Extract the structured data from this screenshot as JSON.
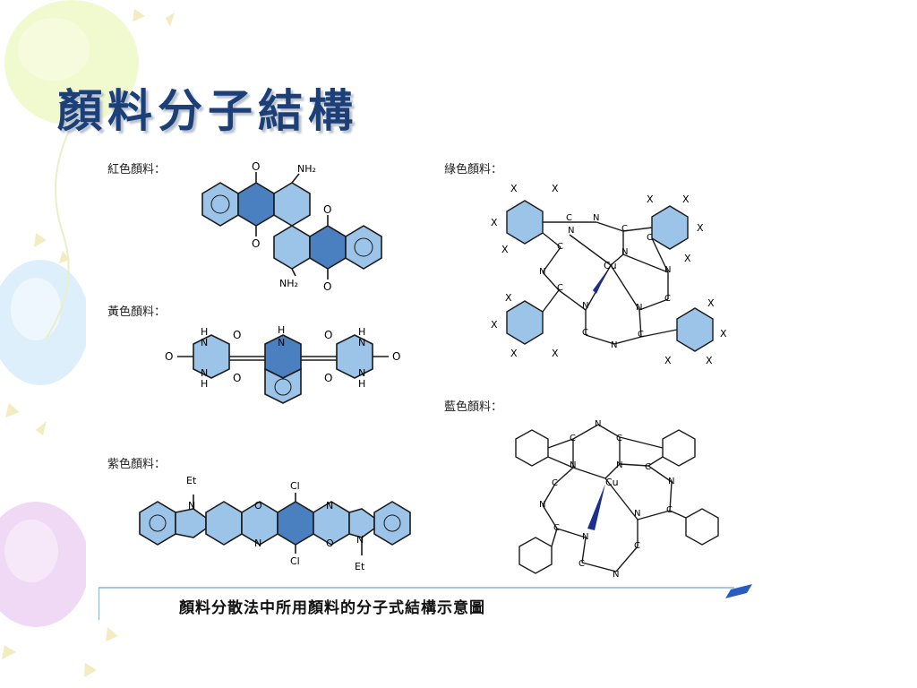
{
  "slide": {
    "title": "顏料分子結構"
  },
  "figure": {
    "labels": {
      "red": "紅色顏料：",
      "yellow": "黃色顏料：",
      "purple": "紫色顏料：",
      "green": "綠色顏料：",
      "blue": "藍色顏料："
    },
    "caption": "顏料分散法中所用顏料的分子式結構示意圖",
    "atoms": {
      "O": "O",
      "N": "N",
      "H": "H",
      "NH2": "NH₂",
      "Cl": "Cl",
      "Et": "Et",
      "X": "X",
      "C": "C",
      "Cu": "Cu"
    }
  },
  "colors": {
    "title": "#1c3f78",
    "ring_fill": "#9cc3e8",
    "ring_fill_dark": "#4a7fc0",
    "bond": "#1a1a1a"
  }
}
